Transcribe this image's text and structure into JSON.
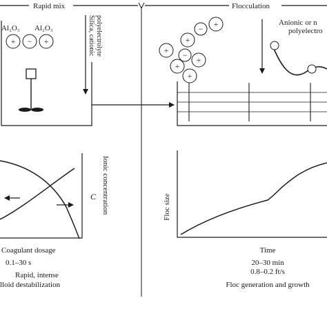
{
  "header": {
    "rapid_mix": "Rapid mix",
    "flocculation": "Flocculation"
  },
  "rapid_mix_panel": {
    "chemical_1": "Al₂O₃",
    "chemical_2": "Al₂O₃",
    "ion_signs": [
      "+",
      "−",
      "+"
    ],
    "additive_line_1": "Silica, cationic",
    "additive_line_2": "polyelectrolyte"
  },
  "flocculation_panel": {
    "particle_signs": [
      "+",
      "+",
      "−",
      "+",
      "−",
      "+",
      "+",
      "+"
    ],
    "additive_line_1": "Anionic or n",
    "additive_line_2": "polyelectro"
  },
  "left_graph": {
    "x_axis_label": "Coagulant dosage",
    "y_axis_label": "Ionic concentration",
    "marker_label": "C",
    "time_range": "0.1–30 s",
    "caption_line_1": "Rapid, intense",
    "caption_line_2": "lloid destabilization"
  },
  "right_graph": {
    "x_axis_label": "Time",
    "y_axis_label": "Floc size",
    "time_range": "20–30 min",
    "velocity_range": "0.8–0.2 ft/s",
    "caption": "Floc generation and growth"
  }
}
